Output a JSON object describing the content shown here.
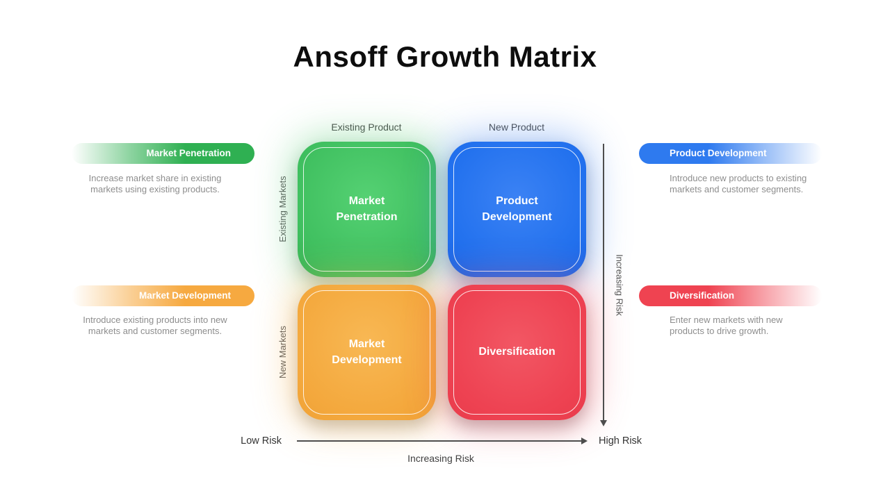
{
  "title": "Ansoff Growth Matrix",
  "matrix": {
    "column_labels": [
      "Existing Product",
      "New Product"
    ],
    "row_labels": [
      "Existing Markets",
      "New Markets"
    ],
    "quadrants": [
      {
        "label": "Market Penetration",
        "color": "#40C060"
      },
      {
        "label": "Product Development",
        "color": "#2271EE"
      },
      {
        "label": "Market Development",
        "color": "#F4A93E"
      },
      {
        "label": "Diversification",
        "color": "#EE4252"
      }
    ]
  },
  "panels": [
    {
      "title": "Market Penetration",
      "color": "#2FB052",
      "description": "Increase market share in existing\nmarkets using existing products."
    },
    {
      "title": "Product Development",
      "color": "#2E7AEF",
      "description": "Introduce new products to existing\nmarkets and customer segments."
    },
    {
      "title": "Market Development",
      "color": "#F6A940",
      "description": "Introduce existing products into new\nmarkets and customer segments."
    },
    {
      "title": "Diversification",
      "color": "#EF4351",
      "description": "Enter new markets with new\nproducts to drive growth."
    }
  ],
  "axes": {
    "horizontal": {
      "start_label": "Low Risk",
      "end_label": "High Risk",
      "caption": "Increasing Risk"
    },
    "vertical": {
      "caption": "Increasing Risk"
    }
  }
}
